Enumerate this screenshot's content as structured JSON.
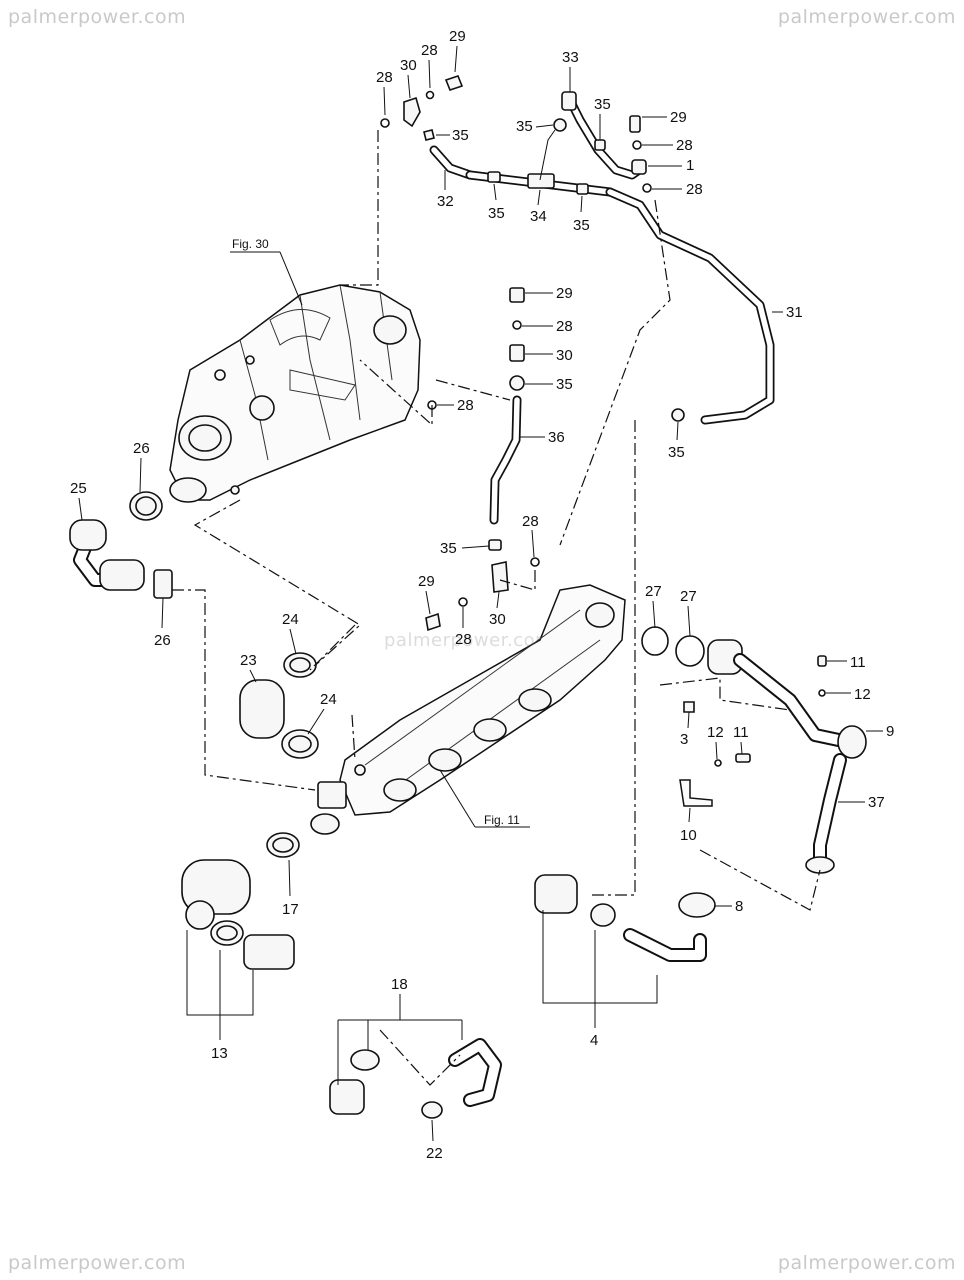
{
  "watermark": {
    "text": "palmerpower.com"
  },
  "figure_refs": {
    "upper": "Fig. 30",
    "lower": "Fig. 11"
  },
  "callouts": {
    "c1": "1",
    "c3": "3",
    "c4": "4",
    "c8": "8",
    "c9": "9",
    "c10": "10",
    "c11a": "11",
    "c11b": "11",
    "c12a": "12",
    "c12b": "12",
    "c13": "13",
    "c17": "17",
    "c18": "18",
    "c22": "22",
    "c23": "23",
    "c24a": "24",
    "c24b": "24",
    "c25": "25",
    "c26a": "26",
    "c26b": "26",
    "c27a": "27",
    "c27b": "27",
    "c28a": "28",
    "c28b": "28",
    "c28c": "28",
    "c28d": "28",
    "c28e": "28",
    "c28f": "28",
    "c28g": "28",
    "c28h": "28",
    "c29a": "29",
    "c29b": "29",
    "c29c": "29",
    "c29d": "29",
    "c30a": "30",
    "c30b": "30",
    "c30c": "30",
    "c31": "31",
    "c32": "32",
    "c33": "33",
    "c34": "34",
    "c35a": "35",
    "c35b": "35",
    "c35c": "35",
    "c35d": "35",
    "c35e": "35",
    "c35f": "35",
    "c35g": "35",
    "c35h": "35",
    "c36": "36",
    "c37": "37"
  }
}
